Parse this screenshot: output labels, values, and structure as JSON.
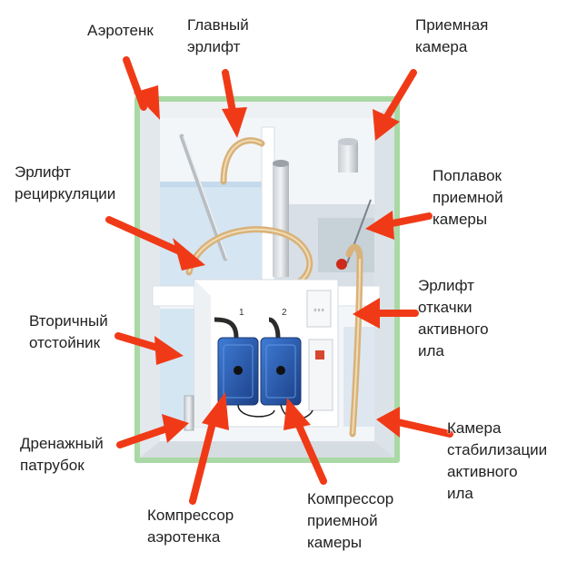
{
  "labels": {
    "aerotank": "Аэротенк",
    "main_airlift": "Главный\nэрлифт",
    "receiving_chamber": "Приемная\nкамера",
    "recirculation_airlift": "Эрлифт\nрециркуляции",
    "receiving_float": "Поплавок\nприемной\nкамеры",
    "secondary_settler": "Вторичный\nотстойник",
    "sludge_airlift": "Эрлифт\nоткачки\nактивного\nила",
    "drain_pipe": "Дренажный\nпатрубок",
    "stabilization_chamber": "Камера\nстабилизации\nактивного\nила",
    "aerotank_compressor": "Компрессор\nаэротенка",
    "receiving_compressor": "Компрессор\nприемной\nкамеры"
  },
  "compressor_numbers": [
    "1",
    "2"
  ],
  "control_box_text": "o o o",
  "colors": {
    "arrow": "#f03a17",
    "frame_green": "#a9d9a4",
    "tank_white": "#f4f6f8",
    "water": "#cfe2f1",
    "compressor_blue": "#2a5fb3",
    "hose": "#d8b27a"
  }
}
